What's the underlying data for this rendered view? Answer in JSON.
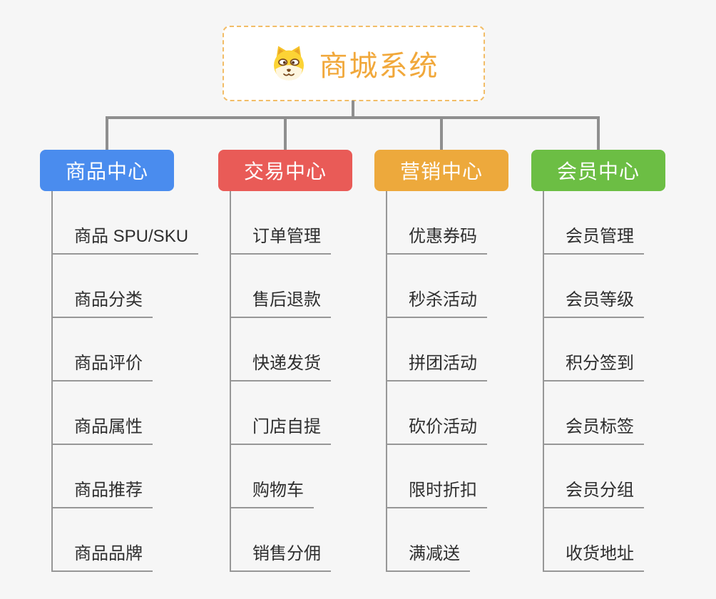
{
  "page": {
    "background": "#F6F6F6",
    "connector_color": "#8F8F8F",
    "line_color": "#979797"
  },
  "root": {
    "title": "商城系统",
    "icon": "dog-face-icon",
    "text_color": "#F1A83B",
    "border_color": "#F2BD67",
    "background": "#FFFFFF"
  },
  "branches": [
    {
      "label": "商品中心",
      "color": "#4A8CEE",
      "children": [
        "商品 SPU/SKU",
        "商品分类",
        "商品评价",
        "商品属性",
        "商品推荐",
        "商品品牌"
      ]
    },
    {
      "label": "交易中心",
      "color": "#E95B57",
      "children": [
        "订单管理",
        "售后退款",
        "快递发货",
        "门店自提",
        "购物车",
        "销售分佣"
      ]
    },
    {
      "label": "营销中心",
      "color": "#EDA93C",
      "children": [
        "优惠券码",
        "秒杀活动",
        "拼团活动",
        "砍价活动",
        "限时折扣",
        "满减送"
      ]
    },
    {
      "label": "会员中心",
      "color": "#6CBE44",
      "children": [
        "会员管理",
        "会员等级",
        "积分签到",
        "会员标签",
        "会员分组",
        "收货地址"
      ]
    }
  ]
}
